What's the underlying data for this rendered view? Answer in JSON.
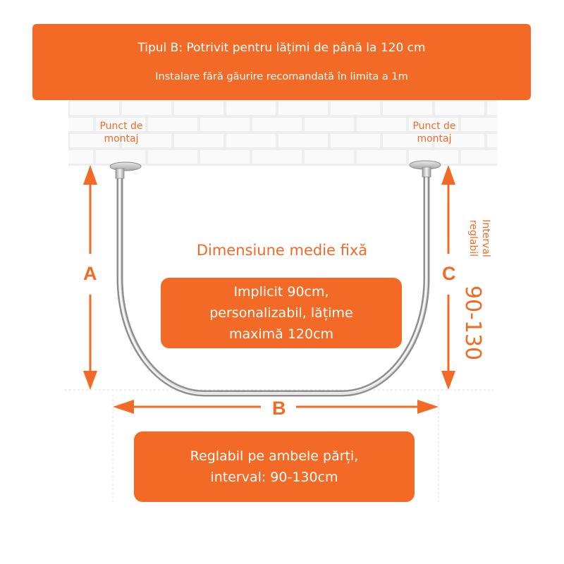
{
  "colors": {
    "accent": "#f26a26",
    "wall_base": "#eceeef",
    "brick": "#fafafa",
    "guide_line": "#dcdcdc",
    "rod_dark": "#9a9a9a",
    "rod_light": "#f4f4f4"
  },
  "header": {
    "title": "Tipul B: Potrivit pentru lățimi de până la 120 cm",
    "subtitle": "Instalare fără găurire recomandată în limita a 1m"
  },
  "mount_points": {
    "left_label": "Punct de\nmontaj",
    "right_label": "Punct de\nmontaj"
  },
  "dimensions": {
    "a_label": "A",
    "b_label": "B",
    "c_label": "C",
    "center_title": "Dimensiune medie fixă",
    "center_box": "Implicit 90cm,\npersonalizabil, lățime\nmaximă 120cm",
    "side_title": "Interval\nreglabil",
    "side_range": "90-130",
    "bottom_box": "Reglabil pe ambele părți,\ninterval: 90-130cm"
  }
}
